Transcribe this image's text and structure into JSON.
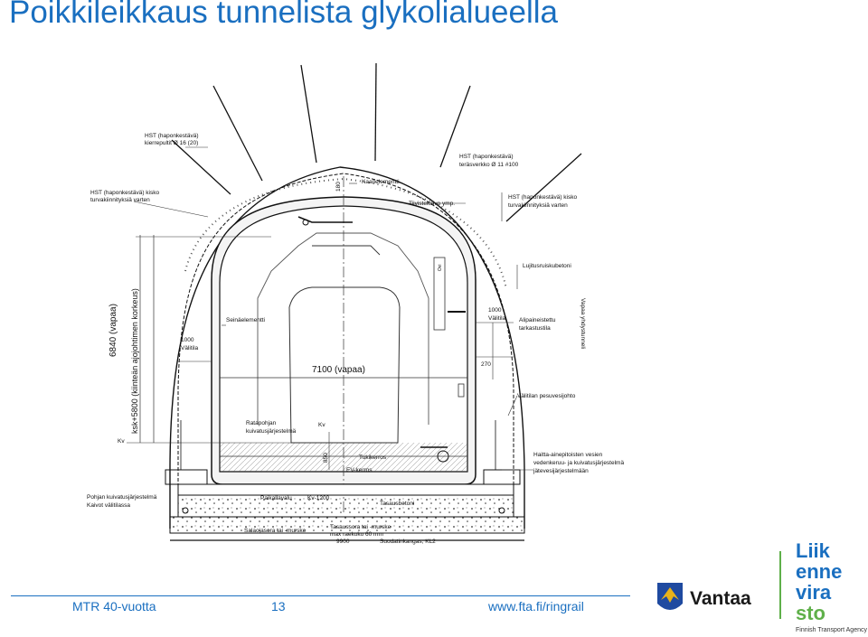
{
  "slide": {
    "title": "Poikkileikkaus tunnelista glykolialueella",
    "footer_left": "MTR 40-vuotta",
    "page_number": "13",
    "footer_url": "www.fta.fi/ringrail"
  },
  "drawing": {
    "labels": {
      "hst_kierrepultit_1": "HST (haponkestävä)",
      "hst_kierrepultit_2": "kierrepultit Ø 16 (20)",
      "hst_kisko_left_1": "HST (haponkestävä) kisko",
      "hst_kisko_left_2": "turvakiinnityksiä varten",
      "hst_verkko_1": "HST (haponkestävä)",
      "hst_verkko_2": "teräsverkko Ø 11 #100",
      "kaarielementti": "Kaarielementti",
      "tiivistekalvo": "Tiivistekalvo ymp.",
      "dim_180": "180",
      "hst_kisko_right_1": "HST (haponkestävä) kisko",
      "hst_kisko_right_2": "turvakiinnityksiä varten",
      "lujitusruiskubetoni": "Lujitusruiskubetoni",
      "dim_1000_right": "1000",
      "valitila_right": "Välitila",
      "aliapaine_1": "Alipaineistettu",
      "aliapaine_2": "tarkastustila",
      "dim_270": "270",
      "vapaa_yhdys": "Vapaa yhdystunneli",
      "valitilan_pesu": "Välitilan pesuvesijohto",
      "seinaelementti": "Seinäelementti",
      "dim_1000_left": "1000",
      "valitila_left": "Välitila",
      "dim_6840": "6840 (vapaa)",
      "dim_ksk": "ksk+5800 (kiinteän ajojohtimen korkeus)",
      "dim_7100": "7100 (vapaa)",
      "kv_left": "Kv",
      "kv_mid": "Kv",
      "ratapohjan_1": "Ratapohjan",
      "ratapohjan_2": "kuivatusjärjestelmä",
      "dim_850": "850",
      "tukikerros": "Tukikerros",
      "ev_kerros": "EV-kerros",
      "haitta_1": "Haitta-ainepitoisten vesien",
      "haitta_2": "vedenkeruu- ja kuivatusjärjestelmä",
      "haitta_3": "jätevesijärjestelmään",
      "pohjan_1": "Pohjan kuivatusjärjestelmä",
      "pohjan_2": "Kaivot välitilassa",
      "paikallavalu": "Paikallavalu",
      "kv_1200": "Kv-1200",
      "tasausbetoni": "Tasausbetoni",
      "tasaussora_1": "Tasaussora tai -murske",
      "tasaussora_2": "max raekoko 60 mm",
      "salaojasora": "Salaojasora tai -murske",
      "dim_9900": "9900",
      "suodatinkangas": "Suodatinkangas, KL2",
      "ovi": "Ovi"
    }
  },
  "logos": {
    "vantaa": "Vantaa",
    "liikennevirasto_1": "Liik",
    "liikennevirasto_2": "enne",
    "liikennevirasto_3": "vira",
    "liikennevirasto_4": "sto",
    "agency": "Finnish Transport Agency"
  },
  "colors": {
    "title": "#1a6fc0",
    "liikennevirasto_blue": "#1a6fc0",
    "liikennevirasto_green": "#5fb04a",
    "vantaa_shield_blue": "#1f4aa0",
    "vantaa_shield_gold": "#e8b21a"
  }
}
